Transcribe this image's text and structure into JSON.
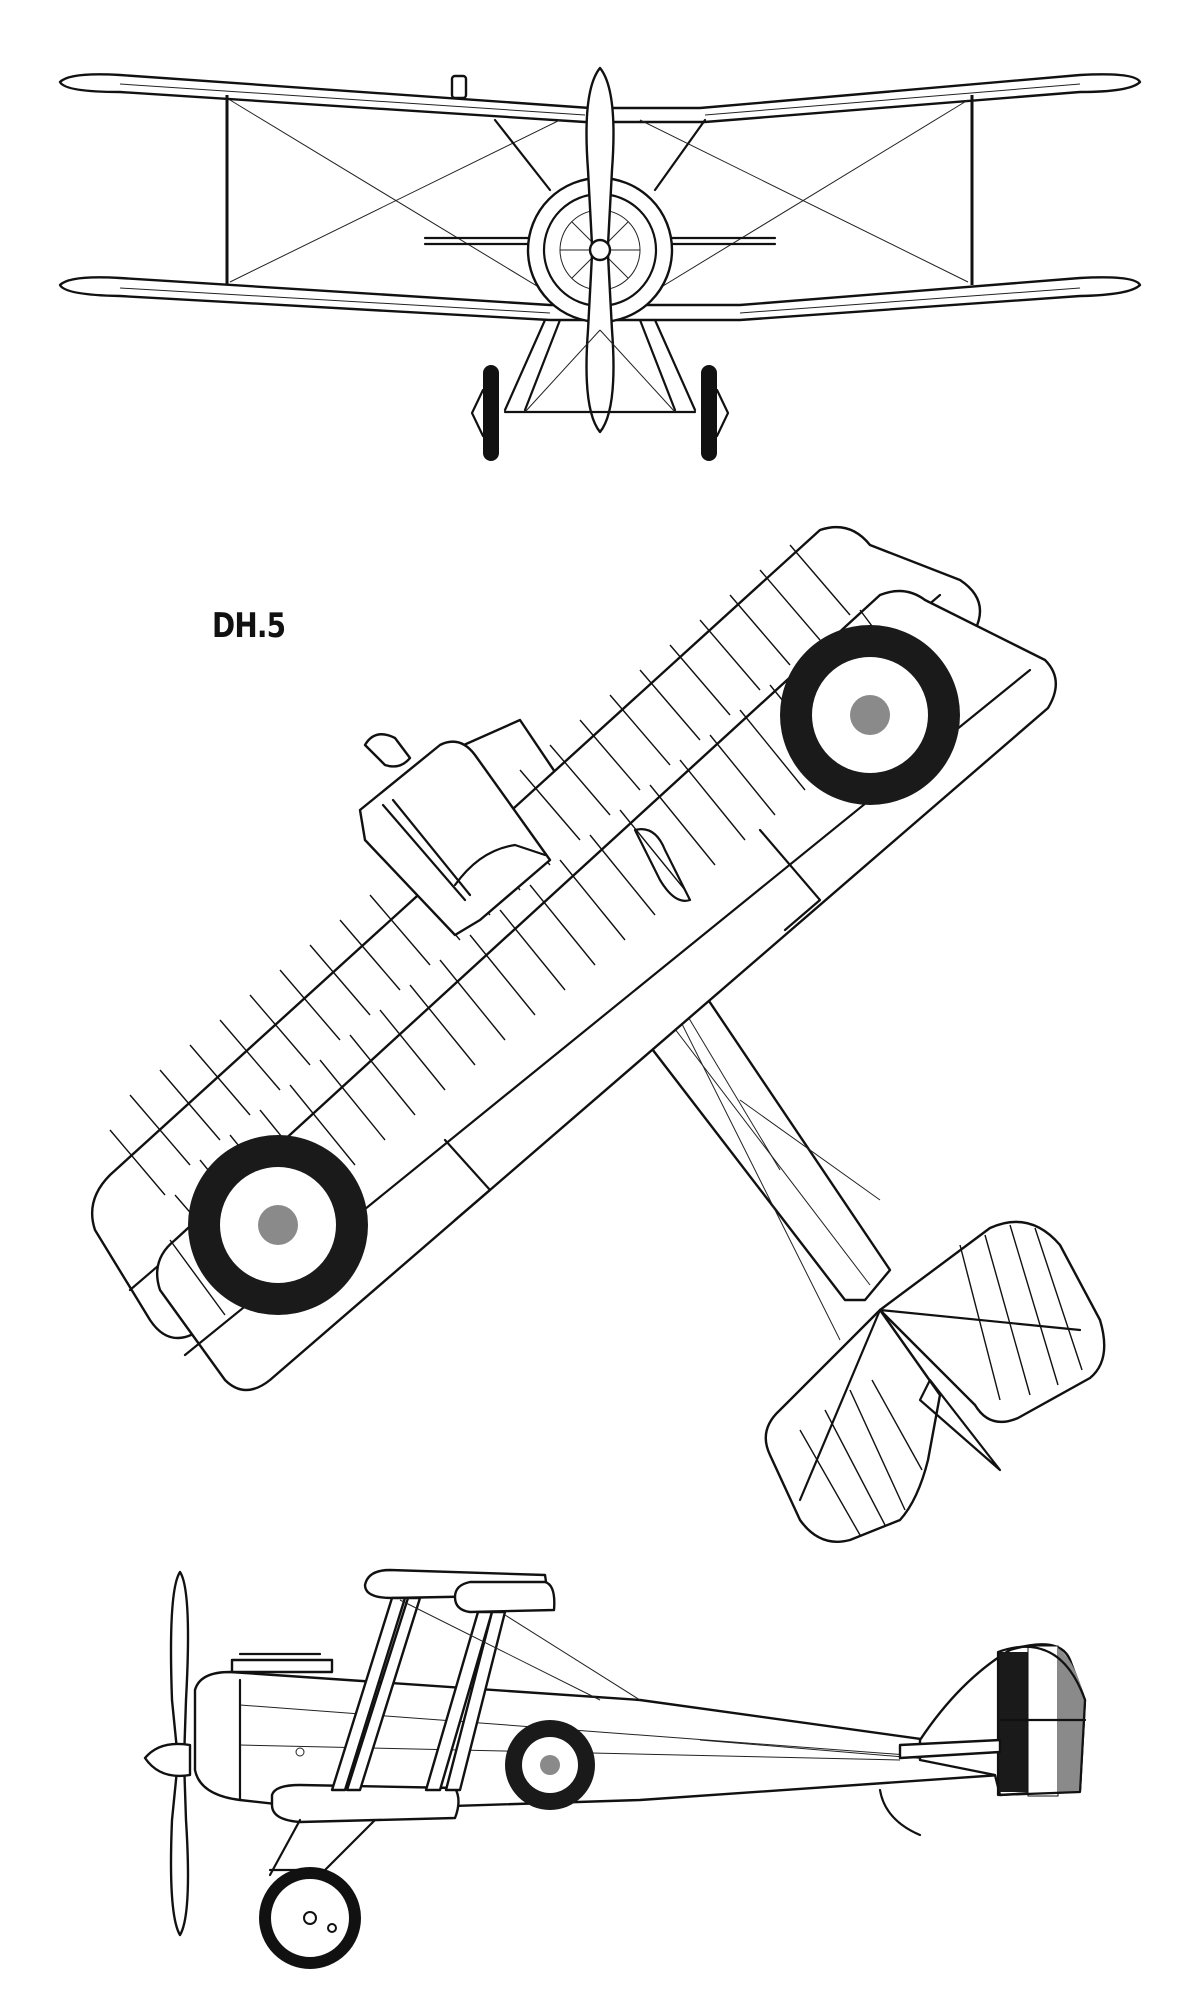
{
  "figure": {
    "label": "DH.5"
  },
  "colors": {
    "line": "#111111",
    "background": "#ffffff",
    "roundel_outer": "#1a1a1a",
    "roundel_middle": "#ffffff",
    "roundel_center": "#8a8a8a",
    "rudder_stripe_dark": "#1a1a1a",
    "rudder_stripe_mid": "#ffffff",
    "rudder_stripe_light": "#8a8a8a"
  },
  "views": [
    "front-view",
    "plan-view",
    "side-view"
  ]
}
